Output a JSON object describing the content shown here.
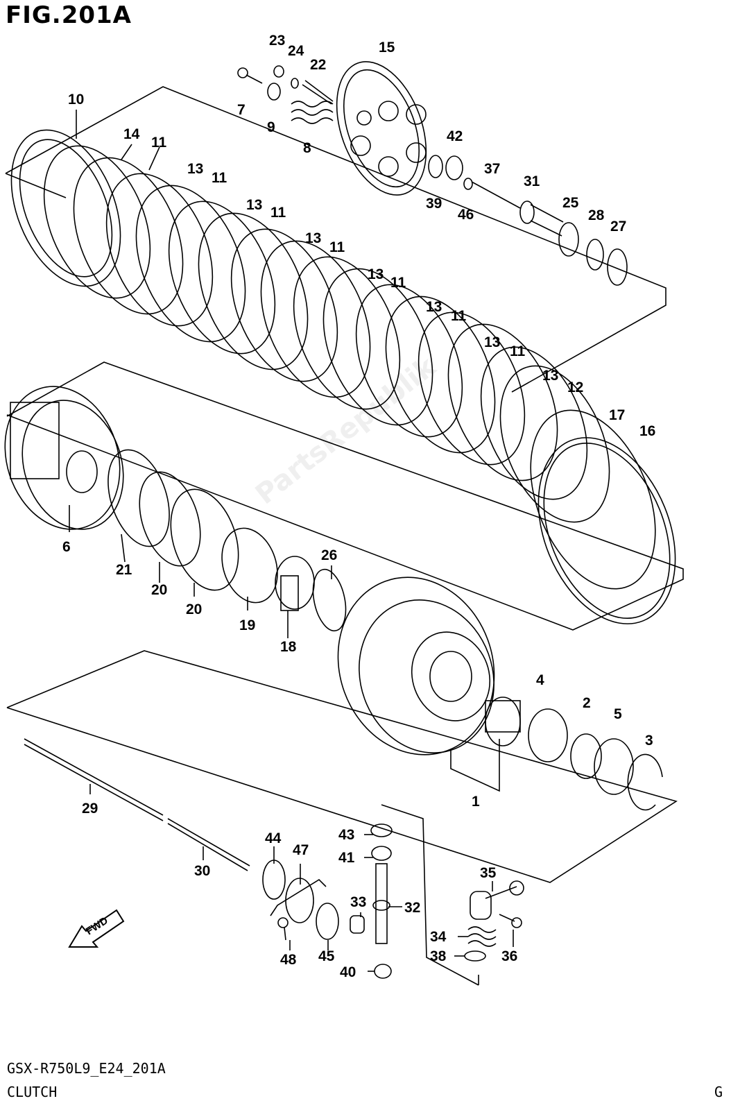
{
  "figure": {
    "title": "FIG.201A",
    "code": "GSX-R750L9_E24_201A",
    "name": "CLUTCH",
    "corner_mark": "G",
    "watermark": "PartsRepublik",
    "fwd_label": "FWD"
  },
  "callouts": [
    {
      "id": "7",
      "label": "7"
    },
    {
      "id": "23",
      "label": "23"
    },
    {
      "id": "24",
      "label": "24"
    },
    {
      "id": "22",
      "label": "22"
    },
    {
      "id": "15",
      "label": "15"
    },
    {
      "id": "9",
      "label": "9"
    },
    {
      "id": "8",
      "label": "8"
    },
    {
      "id": "42",
      "label": "42"
    },
    {
      "id": "37",
      "label": "37"
    },
    {
      "id": "31",
      "label": "31"
    },
    {
      "id": "39",
      "label": "39"
    },
    {
      "id": "46",
      "label": "46"
    },
    {
      "id": "25",
      "label": "25"
    },
    {
      "id": "28",
      "label": "28"
    },
    {
      "id": "27",
      "label": "27"
    },
    {
      "id": "10",
      "label": "10"
    },
    {
      "id": "14",
      "label": "14"
    },
    {
      "id": "11a",
      "label": "11"
    },
    {
      "id": "13a",
      "label": "13"
    },
    {
      "id": "11b",
      "label": "11"
    },
    {
      "id": "13b",
      "label": "13"
    },
    {
      "id": "11c",
      "label": "11"
    },
    {
      "id": "13c",
      "label": "13"
    },
    {
      "id": "11d",
      "label": "11"
    },
    {
      "id": "13d",
      "label": "13"
    },
    {
      "id": "11e",
      "label": "11"
    },
    {
      "id": "13e",
      "label": "13"
    },
    {
      "id": "11f",
      "label": "11"
    },
    {
      "id": "13f",
      "label": "13"
    },
    {
      "id": "11g",
      "label": "11"
    },
    {
      "id": "13g",
      "label": "13"
    },
    {
      "id": "12",
      "label": "12"
    },
    {
      "id": "17",
      "label": "17"
    },
    {
      "id": "16",
      "label": "16"
    },
    {
      "id": "6",
      "label": "6"
    },
    {
      "id": "21",
      "label": "21"
    },
    {
      "id": "20a",
      "label": "20"
    },
    {
      "id": "20b",
      "label": "20"
    },
    {
      "id": "19",
      "label": "19"
    },
    {
      "id": "26",
      "label": "26"
    },
    {
      "id": "18",
      "label": "18"
    },
    {
      "id": "4",
      "label": "4"
    },
    {
      "id": "2",
      "label": "2"
    },
    {
      "id": "5",
      "label": "5"
    },
    {
      "id": "3",
      "label": "3"
    },
    {
      "id": "1",
      "label": "1"
    },
    {
      "id": "29",
      "label": "29"
    },
    {
      "id": "30",
      "label": "30"
    },
    {
      "id": "44",
      "label": "44"
    },
    {
      "id": "47",
      "label": "47"
    },
    {
      "id": "43",
      "label": "43"
    },
    {
      "id": "41",
      "label": "41"
    },
    {
      "id": "35",
      "label": "35"
    },
    {
      "id": "33",
      "label": "33"
    },
    {
      "id": "32",
      "label": "32"
    },
    {
      "id": "34",
      "label": "34"
    },
    {
      "id": "36",
      "label": "36"
    },
    {
      "id": "38",
      "label": "38"
    },
    {
      "id": "48",
      "label": "48"
    },
    {
      "id": "45",
      "label": "45"
    },
    {
      "id": "40",
      "label": "40"
    }
  ]
}
